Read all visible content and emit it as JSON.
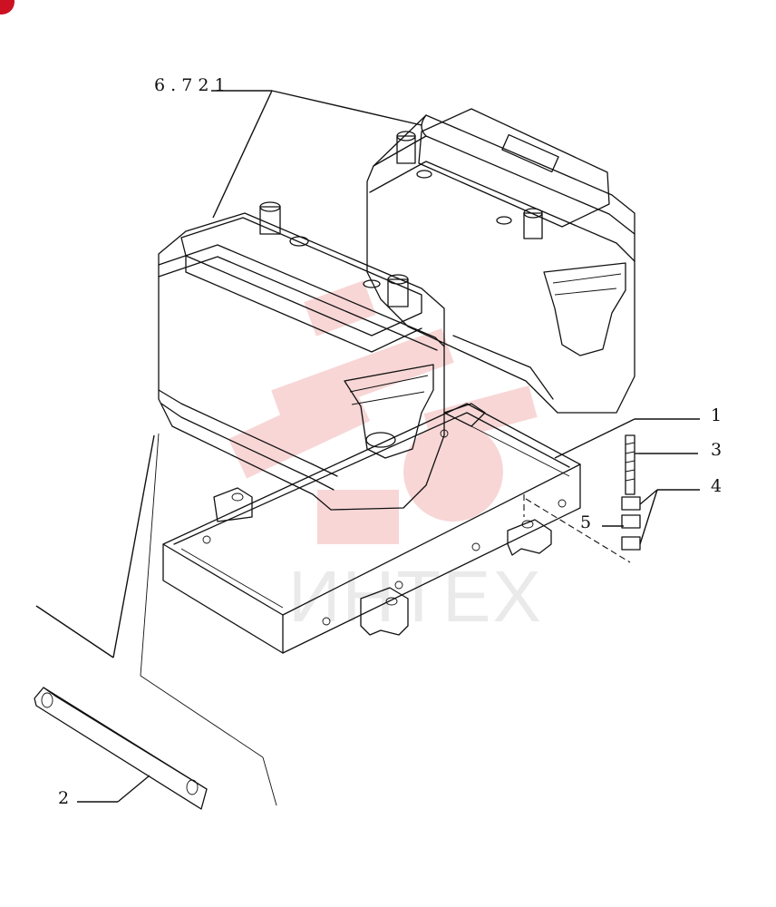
{
  "diagram": {
    "ref_label": "6 . 7 2 1",
    "callouts": [
      "1",
      "2",
      "3",
      "4",
      "5"
    ],
    "watermark_text": "ИНТЕХ",
    "colors": {
      "line": "#111111",
      "watermark_red": "#f3b6b6",
      "watermark_gray": "#d9d9d9",
      "badge": "#cc1122"
    }
  }
}
